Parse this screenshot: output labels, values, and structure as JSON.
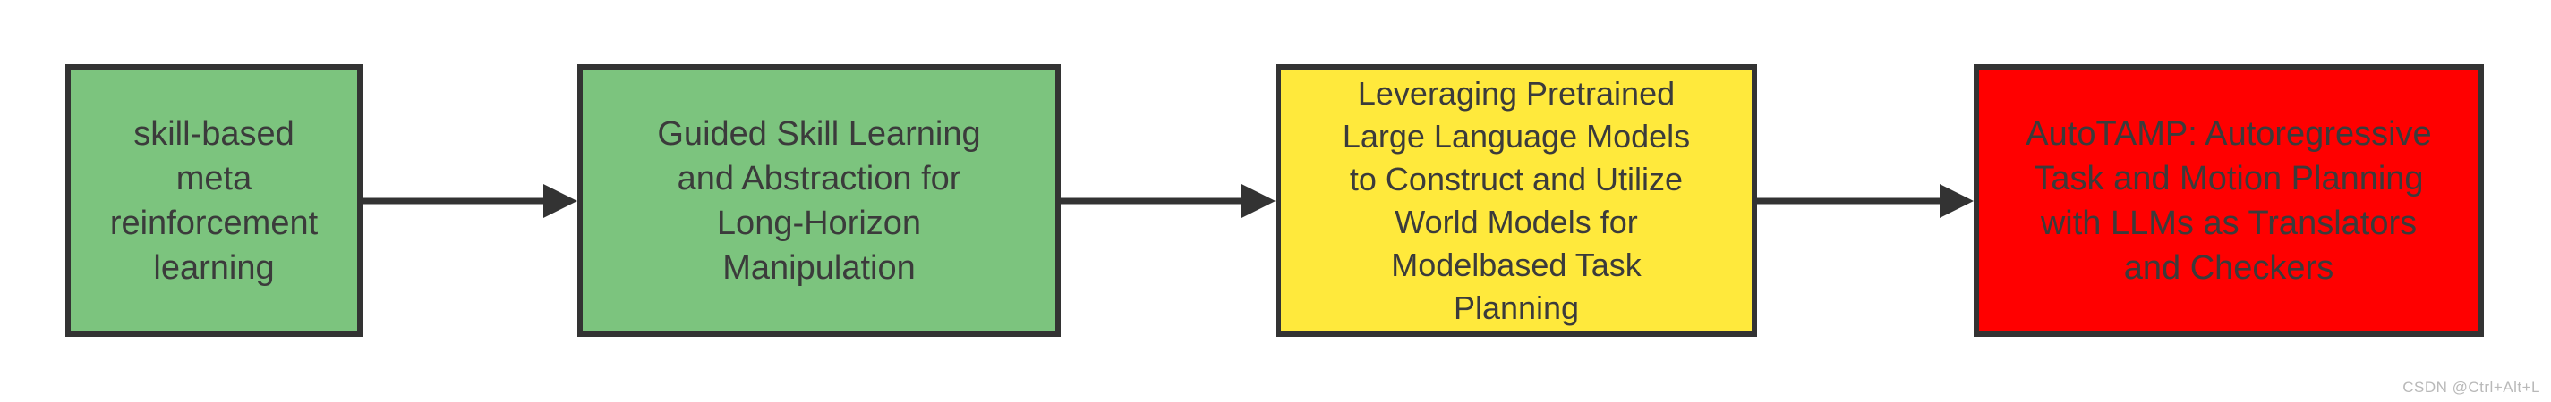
{
  "page": {
    "background": "#FFFFFF",
    "watermark": "CSDN @Ctrl+Alt+L"
  },
  "colors": {
    "box_border": "#333333",
    "arrow": "#333333",
    "box_text": "#3B3B3B",
    "watermark_text": "#B9B9B9",
    "green": "#7CC47E",
    "yellow": "#FFE93C",
    "red": "#FF0000"
  },
  "flowchart": {
    "boxes": [
      {
        "name": "skill-based-meta-reinforcement-learning",
        "fill": "#7CC47E",
        "lines": [
          "skill-based",
          "meta",
          "reinforcement",
          "learning"
        ]
      },
      {
        "name": "guided-skill-learning-and-abstraction",
        "fill": "#7CC47E",
        "lines": [
          "Guided Skill Learning",
          "and Abstraction for",
          "Long-Horizon",
          "Manipulation"
        ]
      },
      {
        "name": "leveraging-pretrained-llms-world-models",
        "fill": "#FFE93C",
        "lines": [
          "Leveraging Pretrained",
          "Large Language Models",
          "to Construct and Utilize",
          "World Models for",
          "Modelbased Task",
          "Planning"
        ]
      },
      {
        "name": "autotamp",
        "fill": "#FF0000",
        "lines": [
          "AutoTAMP: Autoregressive",
          "Task and Motion Planning",
          "with LLMs as Translators",
          "and Checkers"
        ]
      }
    ],
    "connections": [
      {
        "from": 1,
        "to": 2
      },
      {
        "from": 2,
        "to": 3
      },
      {
        "from": 3,
        "to": 4
      }
    ]
  }
}
